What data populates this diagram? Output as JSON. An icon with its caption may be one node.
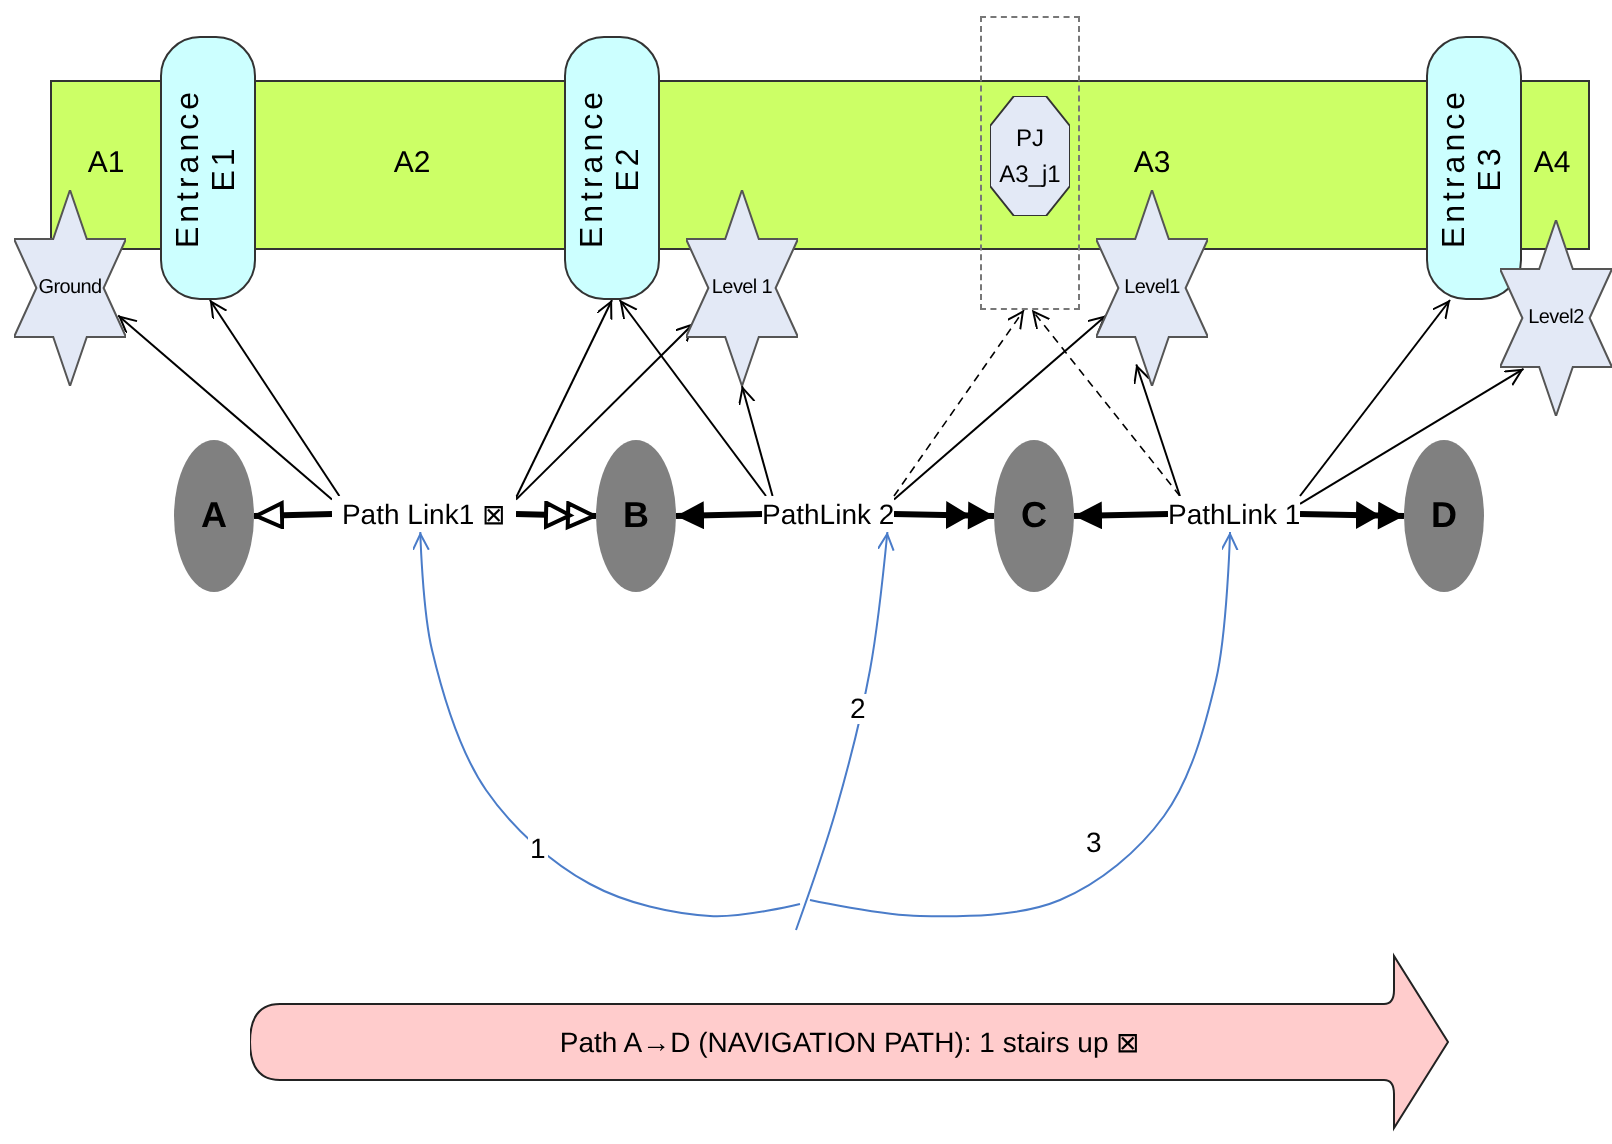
{
  "diagram": {
    "nodes": [
      {
        "text": [
          "A1",
          "A2",
          "A3",
          "A4"
        ]
      },
      {
        "text": [
          "Entrance E1"
        ]
      },
      {
        "text": [
          "Entrance E2"
        ]
      },
      {
        "text": [],
        "shape": "box"
      },
      {
        "text": [
          "PJ A3_j1"
        ]
      },
      {
        "text": [
          "Entrance E3"
        ]
      },
      {
        "text": [
          "Ground"
        ]
      },
      {
        "text": [
          "Level 1"
        ]
      },
      {
        "text": [
          "Level1"
        ]
      },
      {
        "text": [
          "Level2"
        ]
      },
      {
        "text": [
          "A"
        ]
      },
      {
        "text": [
          "B"
        ]
      },
      {
        "text": [
          "C"
        ]
      },
      {
        "text": [
          "D"
        ]
      },
      {
        "text": [
          "Path Link1 ⊠"
        ]
      },
      {
        "text": [
          "PathLink 2"
        ]
      },
      {
        "text": [
          "PathLink 1"
        ]
      },
      {
        "text": [
          "Path A→D  (NAVIGATION PATH): 1 stairs up ⊠"
        ]
      }
    ],
    "edges": [
      {
        "from": 14,
        "to": 10,
        "arrow": "to",
        "style": "thick"
      },
      {
        "from": 14,
        "to": 11,
        "arrow": "to",
        "style": "thick"
      },
      {
        "from": 14,
        "to": 6,
        "arrow": "to"
      },
      {
        "from": 14,
        "to": 1,
        "arrow": "to"
      },
      {
        "from": 14,
        "to": 2,
        "arrow": "to"
      },
      {
        "from": 14,
        "to": 7,
        "arrow": "to"
      },
      {
        "from": 15,
        "to": 2,
        "arrow": "to"
      },
      {
        "from": 15,
        "to": 7,
        "arrow": "to"
      },
      {
        "from": 15,
        "to": 11,
        "arrow": "to",
        "style": "thick"
      },
      {
        "from": 15,
        "to": 12,
        "arrow": "to",
        "style": "thick"
      },
      {
        "from": 15,
        "to": 8,
        "arrow": "to"
      },
      {
        "from": 15,
        "to": 3,
        "arrow": "to",
        "style": "dashed"
      },
      {
        "from": 16,
        "to": 3,
        "arrow": "to",
        "style": "dashed"
      },
      {
        "from": 16,
        "to": 8,
        "arrow": "to"
      },
      {
        "from": 16,
        "to": 12,
        "arrow": "to",
        "style": "thick"
      },
      {
        "from": 16,
        "to": 13,
        "arrow": "to",
        "style": "thick"
      },
      {
        "from": 16,
        "to": 5,
        "arrow": "to"
      },
      {
        "from": 16,
        "to": 9,
        "arrow": "to"
      },
      {
        "from": null,
        "to": 14,
        "arrow": "to",
        "label": "1",
        "color": "#4a7cc9"
      },
      {
        "from": null,
        "to": 15,
        "arrow": "to",
        "label": "2",
        "color": "#4a7cc9"
      },
      {
        "from": null,
        "to": 16,
        "arrow": "to",
        "label": "3",
        "color": "#4a7cc9"
      }
    ]
  }
}
